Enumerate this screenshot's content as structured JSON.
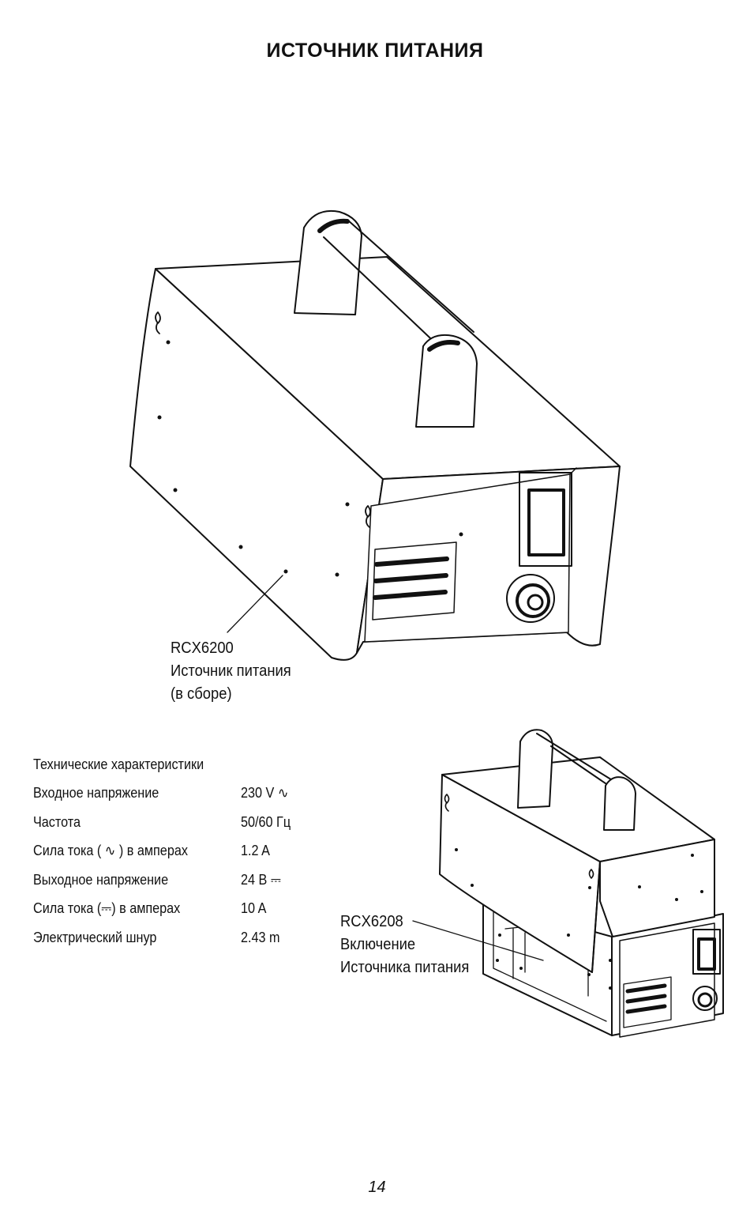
{
  "page": {
    "title": "ИСТОЧНИК ПИТАНИЯ",
    "page_number": "14"
  },
  "figure_main": {
    "part_number": "RCX6200",
    "line2": "Источник питания",
    "line3": "(в сборе)"
  },
  "figure_second": {
    "part_number": "RCX6208",
    "line2": "Включение",
    "line3": "Источника питания"
  },
  "specs": {
    "title": "Технические характеристики",
    "rows": [
      {
        "label": "Входное напряжение",
        "value": "230 V ∿"
      },
      {
        "label": "Частота",
        "value": "50/60 Гц"
      },
      {
        "label": "Сила тока ( ∿ ) в амперах",
        "value": "1.2 A"
      },
      {
        "label": "Выходное напряжение",
        "value": "24 В ⎓"
      },
      {
        "label": "Сила тока (⎓) в амперах",
        "value": "10 A"
      },
      {
        "label": "Электрический шнур",
        "value": "2.43 m"
      }
    ]
  }
}
